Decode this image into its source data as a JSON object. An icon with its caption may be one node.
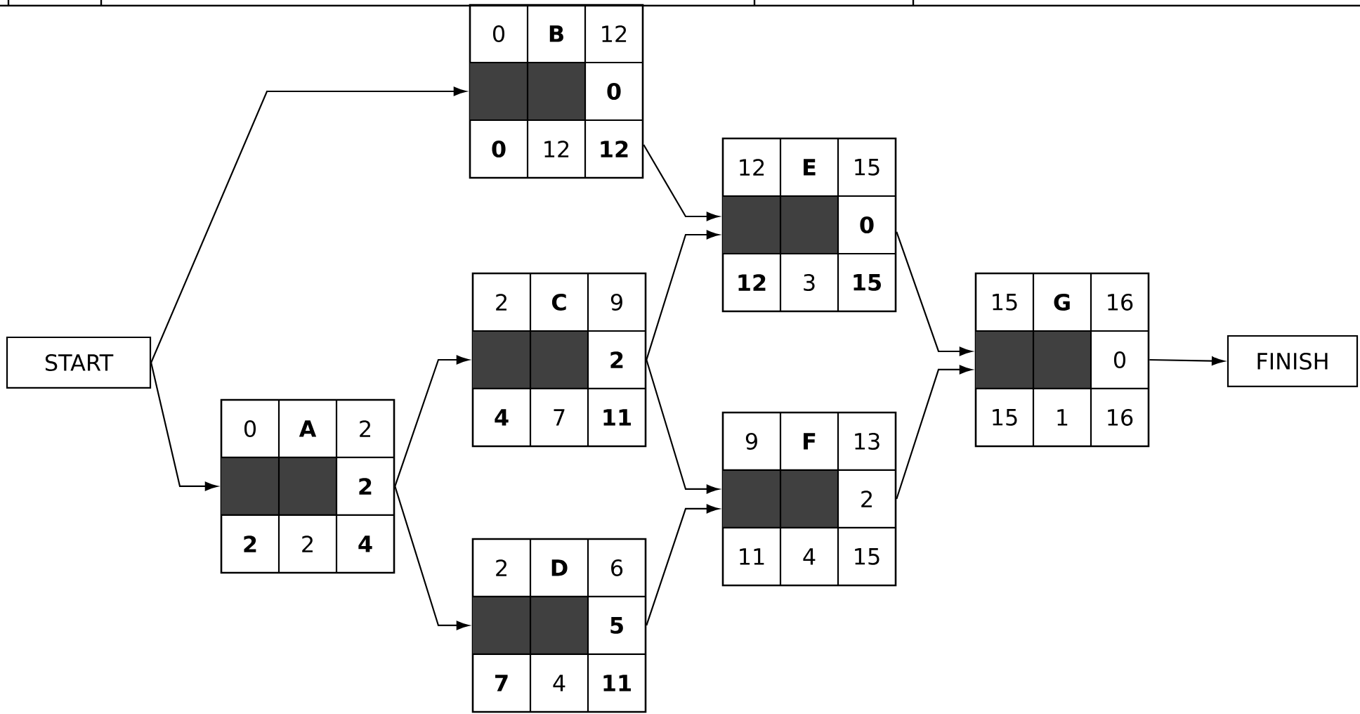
{
  "diagram": {
    "nodes": [
      {
        "text": [
          "START"
        ]
      },
      {
        "text": [
          "0",
          "B",
          "12",
          "**0**",
          "**0**",
          "12",
          "**12**"
        ]
      },
      {
        "text": [
          "0",
          "A",
          "2",
          "**2**",
          "**2**",
          "2",
          "**4**"
        ]
      },
      {
        "text": [
          "2",
          "C",
          "9",
          "**2**",
          "**4**",
          "7",
          "**11**"
        ]
      },
      {
        "text": [
          "2",
          "D",
          "6",
          "**5**",
          "**7**",
          "4",
          "**11**"
        ]
      },
      {
        "text": [
          "12",
          "E",
          "15",
          "**0**",
          "**12**",
          "3",
          "**15**"
        ]
      },
      {
        "text": [
          "9",
          "F",
          "13",
          "2",
          "11",
          "4",
          "15"
        ]
      },
      {
        "text": [
          "15",
          "G",
          "16",
          "0",
          "15",
          "1",
          "16"
        ]
      },
      {
        "text": [
          "FINISH"
        ]
      }
    ],
    "edges": [
      {
        "from": 0,
        "to": 1,
        "arrow": "to"
      },
      {
        "from": 0,
        "to": 2,
        "arrow": "to"
      },
      {
        "from": 2,
        "to": 3,
        "arrow": "to"
      },
      {
        "from": 2,
        "to": 4,
        "arrow": "to"
      },
      {
        "from": 1,
        "to": 5,
        "arrow": "to"
      },
      {
        "from": 3,
        "to": 5,
        "arrow": "to"
      },
      {
        "from": 3,
        "to": 6,
        "arrow": "to"
      },
      {
        "from": 4,
        "to": 6,
        "arrow": "to"
      },
      {
        "from": 5,
        "to": 7,
        "arrow": "to"
      },
      {
        "from": 6,
        "to": 7,
        "arrow": "to"
      },
      {
        "from": 7,
        "to": 8,
        "arrow": "to"
      }
    ]
  }
}
